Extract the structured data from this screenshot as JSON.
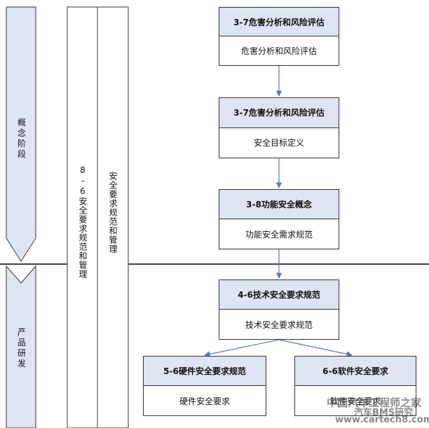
{
  "phases": [
    {
      "label": "概念阶段"
    },
    {
      "label": "产品研发"
    }
  ],
  "columns": {
    "left_title": "8-6安全要求规范和管理",
    "right_title": "安全要求规范和管理"
  },
  "boxes": [
    {
      "head": "3-7危害分析和风险评估",
      "body": "危害分析和风险评估"
    },
    {
      "head": "3-7危害分析和风险评估",
      "body": "安全目标定义"
    },
    {
      "head": "3-8功能安全概念",
      "body": "功能安全需求规范"
    },
    {
      "head": "4-6技术安全要求规范",
      "body": "技术安全要求规范"
    },
    {
      "head": "5-6硬件安全要求规范",
      "body": "硬件安全要求"
    },
    {
      "head": "6-6软件安全要求",
      "body": "软件安全要求"
    }
  ],
  "watermark": {
    "line1": "中国汽车工程师之家",
    "line2": "www.cartech8.com",
    "line3": "汽车BMS研究"
  },
  "colors": {
    "phase_fill": "#dfe4f2",
    "header_fill": "#dfe4f2",
    "arrow": "#5b7bb0",
    "line": "#333333"
  }
}
